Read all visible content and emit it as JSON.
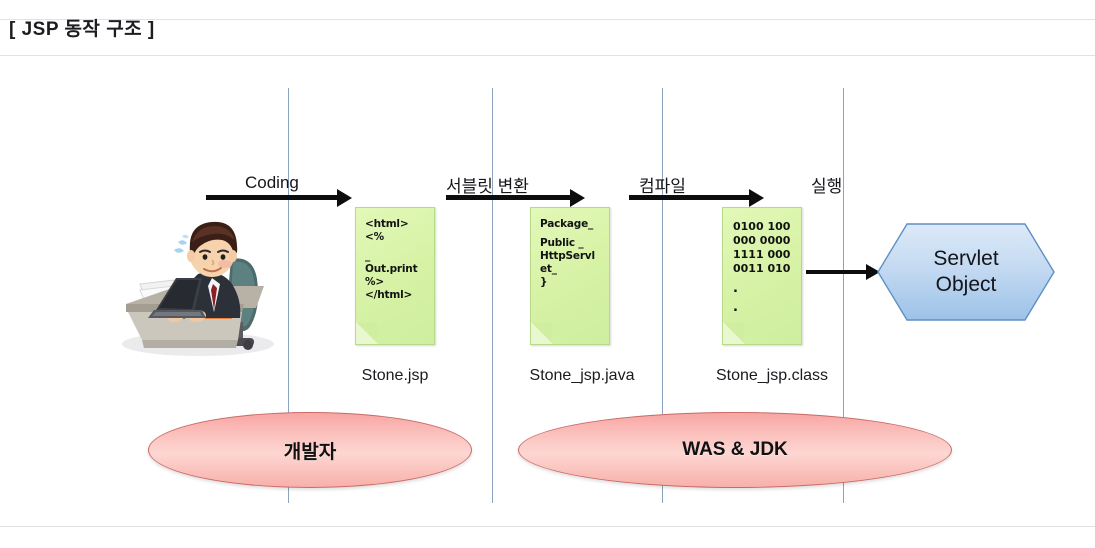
{
  "page": {
    "title": "[ JSP 동작 구조 ]"
  },
  "diagram": {
    "actor": {
      "name": "developer-illustration",
      "alt": "개발자 일러스트"
    },
    "steps": [
      {
        "label": "Coding"
      },
      {
        "label": "서블릿 변환"
      },
      {
        "label": "컴파일"
      },
      {
        "label": "실행"
      }
    ],
    "documents": [
      {
        "caption": "Stone.jsp",
        "lines": [
          "<html>",
          "<%",
          "_",
          "Out.print",
          "%>",
          "</html>"
        ]
      },
      {
        "caption": "Stone_jsp.java",
        "lines": [
          "Package_",
          "",
          "Public _",
          "HttpServl",
          "et_",
          "}"
        ]
      },
      {
        "caption": "Stone_jsp.class",
        "lines": [
          "0100 100",
          "000 0000",
          "1111 000",
          "0011 010",
          ".",
          "."
        ]
      }
    ],
    "output": {
      "line1": "Servlet",
      "line2": "Object"
    },
    "zones": [
      {
        "label": "개발자"
      },
      {
        "label": "WAS & JDK"
      }
    ],
    "colors": {
      "document_fill": "#d6f2a4",
      "document_border": "#b7d98a",
      "zone_fill": "#fbc3bf",
      "zone_border": "#c96b66",
      "output_fill": "#bcd6f0",
      "output_border": "#6f9ccc",
      "divider_line": "#8ba4bd",
      "arrow": "#0d0d0d"
    }
  }
}
